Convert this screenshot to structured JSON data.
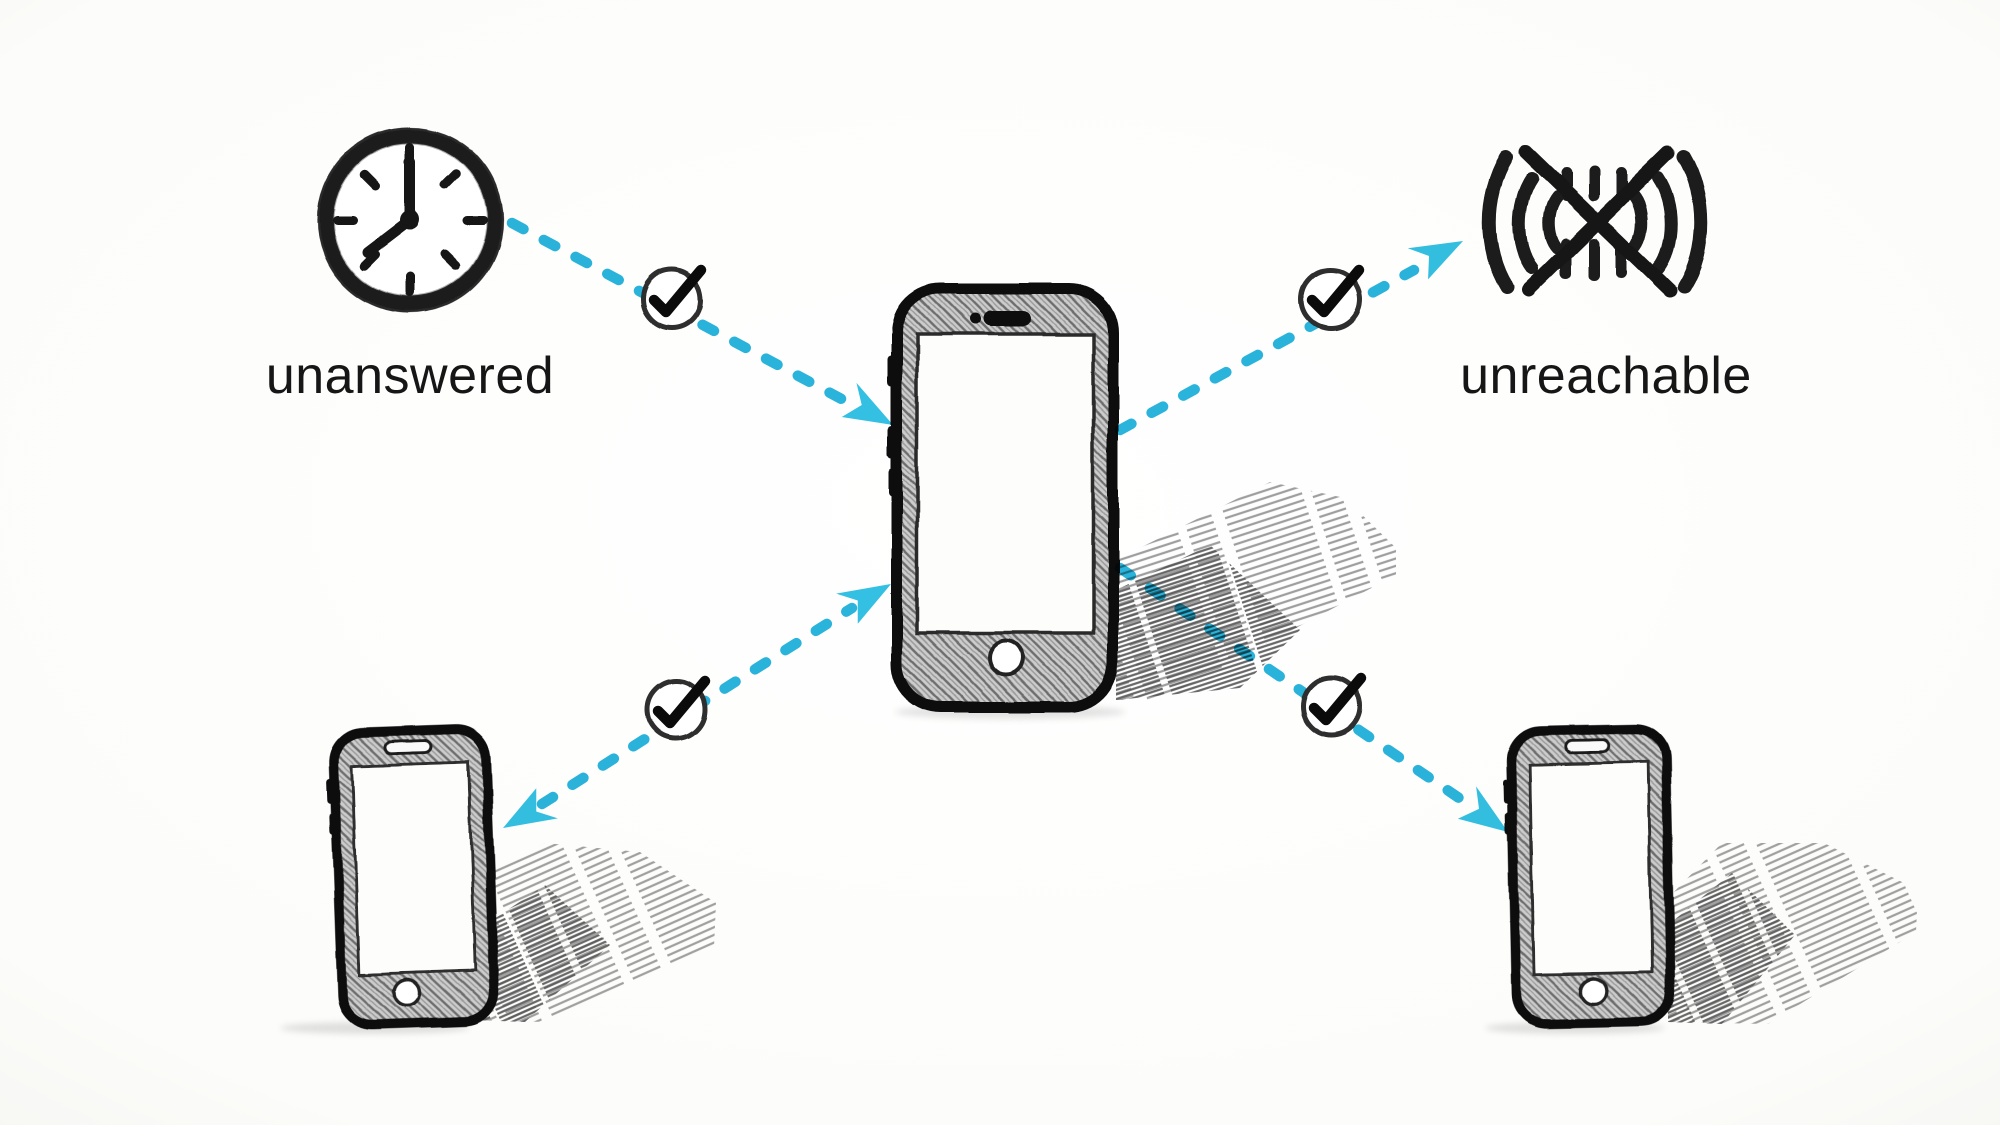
{
  "scene": {
    "description": "hand-drawn sketch diagram of call outcomes around a central smartphone",
    "background": "#fcfcfb"
  },
  "palette": {
    "ink": "#1a1a1a",
    "pencil_shadow": "#8d8d8d",
    "arrow": "#2ab4dc",
    "arrowhead": "#33c0e3",
    "check": "#0b0b0b",
    "screen": "#fdfdfc"
  },
  "labels": {
    "unanswered": "unanswered",
    "unreachable": "unreachable"
  },
  "nodes": [
    {
      "id": "clock",
      "icon": "clock-icon",
      "label": "unanswered",
      "clock_time": "8:00"
    },
    {
      "id": "no-signal",
      "icon": "no-signal-icon",
      "label": "unreachable"
    },
    {
      "id": "central-phone",
      "icon": "smartphone-icon",
      "label": ""
    },
    {
      "id": "left-phone",
      "icon": "smartphone-icon",
      "label": ""
    },
    {
      "id": "right-phone",
      "icon": "smartphone-icon",
      "label": ""
    }
  ],
  "connections": [
    {
      "from": "clock",
      "to": "central-phone",
      "style": "dashed",
      "checkmark": true,
      "direction": "to"
    },
    {
      "from": "central-phone",
      "to": "no-signal",
      "style": "dashed",
      "checkmark": true,
      "direction": "to"
    },
    {
      "from": "central-phone",
      "to": "left-phone",
      "style": "dashed",
      "checkmark": true,
      "direction": "both"
    },
    {
      "from": "central-phone",
      "to": "right-phone",
      "style": "dashed",
      "checkmark": true,
      "direction": "to"
    }
  ]
}
